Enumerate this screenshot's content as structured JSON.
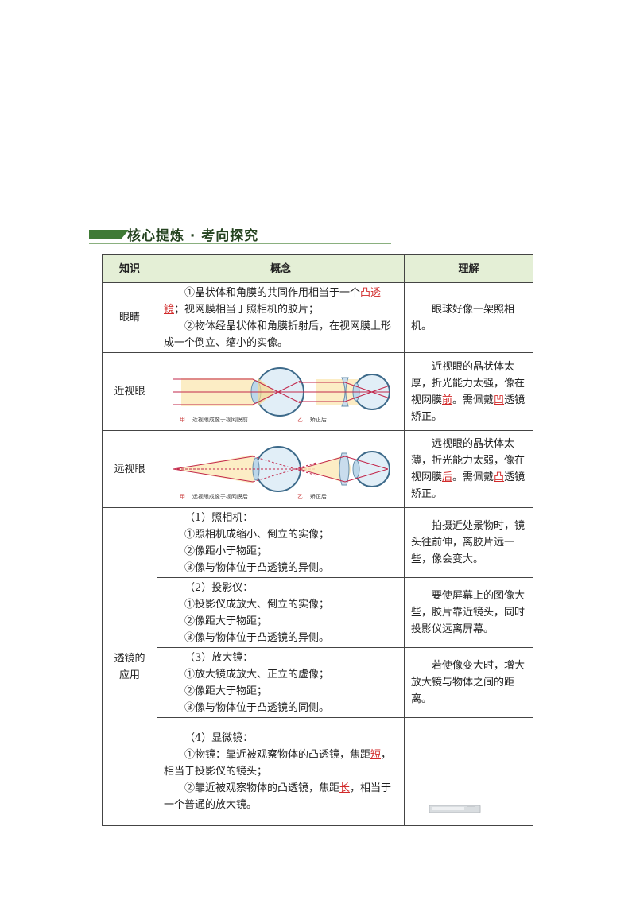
{
  "header": {
    "title": "核心提炼 · 考向探究"
  },
  "table": {
    "headers": [
      "知识",
      "概念",
      "理解"
    ],
    "eye": {
      "label": "眼睛",
      "concept1_a": "①晶状体和角膜的共同作用相当于一个",
      "concept1_red": "凸透镜",
      "concept1_b": "；视网膜相当于照相机的胶片；",
      "concept2": "②物体经晶状体和角膜折射后，在视网膜上形成一个倒立、缩小的实像。",
      "understand": "眼球好像一架照相机。"
    },
    "myopia": {
      "label": "近视眼",
      "cap_a_tag": "甲",
      "cap_a": "近视眼成像于视网膜前",
      "cap_b_tag": "乙",
      "cap_b": "矫正后",
      "u_a": "近视眼的晶状体太厚，折光能力太强，像在视网膜",
      "u_red1": "前",
      "u_b": "。需佩戴",
      "u_red2": "凹",
      "u_c": "透镜矫正。"
    },
    "hyperopia": {
      "label": "远视眼",
      "cap_a_tag": "甲",
      "cap_a": "远视眼成像于视网膜后",
      "cap_b_tag": "乙",
      "cap_b": "矫正后",
      "u_a": "远视眼的晶状体太薄，折光能力太弱，像在视网膜",
      "u_red1": "后",
      "u_b": "。需佩戴",
      "u_red2": "凸",
      "u_c": "透镜矫正。"
    },
    "lens": {
      "label_1": "透镜的",
      "label_2": "应用",
      "camera": {
        "title": "（1）照相机：",
        "l1": "①照相机成缩小、倒立的实像；",
        "l2": "②像距小于物距；",
        "l3": "③像与物体位于凸透镜的异侧。",
        "understand": "拍摄近处景物时，镜头往前伸，离胶片远一些，像会变大。"
      },
      "projector": {
        "title": "（2）投影仪：",
        "l1": "①投影仪成放大、倒立的实像；",
        "l2": "②像距大于物距；",
        "l3": "③像与物体位于凸透镜的异侧。",
        "understand": "要使屏幕上的图像大些，胶片靠近镜头，同时投影仪远离屏幕。"
      },
      "magnifier": {
        "title": "（3）放大镜：",
        "l1": "①放大镜成放大、正立的虚像；",
        "l2": "②像距大于物距；",
        "l3": "③像与物体位于凸透镜的同侧。",
        "understand": "若使像变大时，增大放大镜与物体之间的距离。"
      },
      "microscope": {
        "title": "（4）显微镜：",
        "l1_a": "①物镜：靠近被观察物体的凸透镜，焦距",
        "l1_red": "短",
        "l1_b": "，相当于投影仪的镜头；",
        "l2_a": "②靠近被观察物体的凸透镜，焦距",
        "l2_red": "长",
        "l2_b": "，相当于一个普通的放大镜。"
      }
    }
  },
  "colors": {
    "header_green": "#3f7a35",
    "table_header_bg": "#e4efd6",
    "answer_red": "#d12a2a"
  }
}
